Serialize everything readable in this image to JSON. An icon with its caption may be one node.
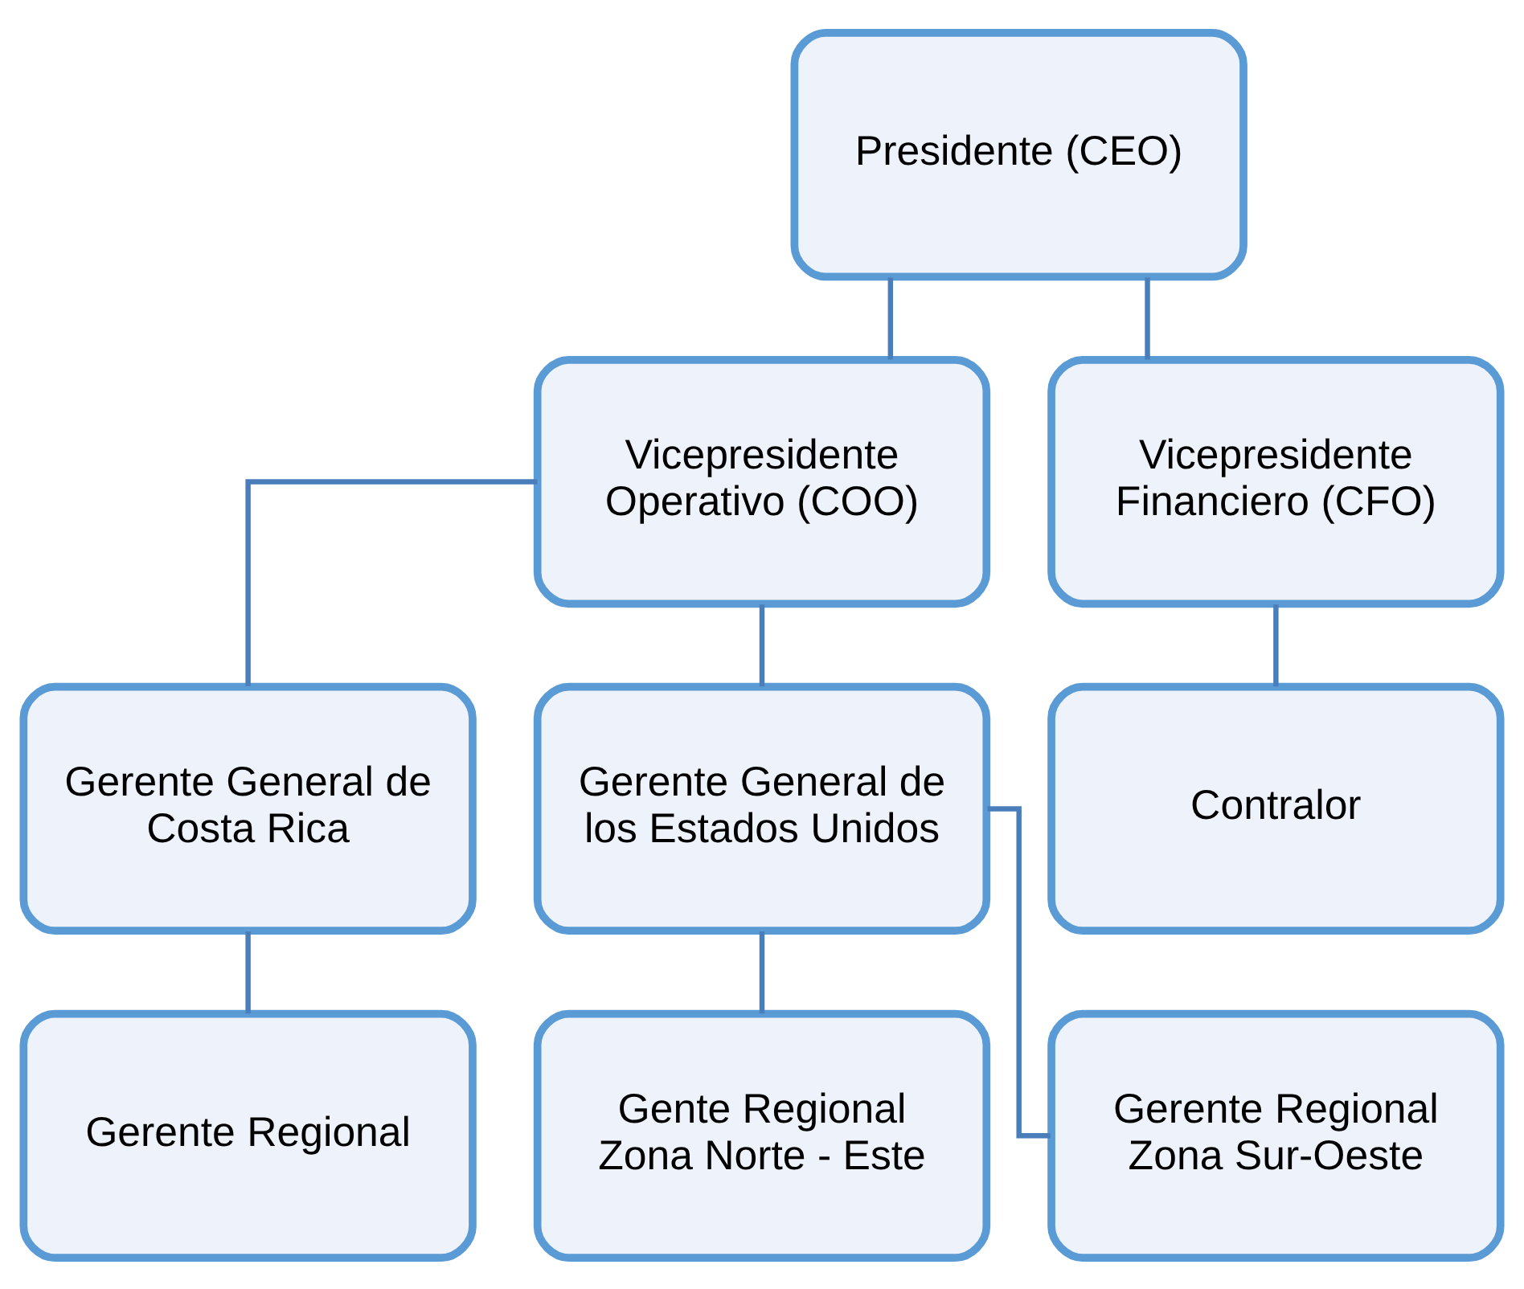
{
  "diagram": {
    "nodes": [
      {
        "text": [
          "Presidente (CEO)"
        ]
      },
      {
        "text": [
          "Vicepresidente Operativo (COO)"
        ]
      },
      {
        "text": [
          "Vicepresidente Financiero (CFO)"
        ]
      },
      {
        "text": [
          "Gerente General de Costa Rica"
        ]
      },
      {
        "text": [
          "Gerente General de los Estados Unidos"
        ]
      },
      {
        "text": [
          "Contralor"
        ]
      },
      {
        "text": [
          "Gerente Regional"
        ]
      },
      {
        "text": [
          "Gente Regional Zona Norte - Este"
        ]
      },
      {
        "text": [
          "Gerente Regional Zona Sur-Oeste"
        ]
      }
    ],
    "edges": [
      {
        "from": 0,
        "to": 1,
        "arrow": "none"
      },
      {
        "from": 0,
        "to": 2,
        "arrow": "none"
      },
      {
        "from": 1,
        "to": 3,
        "arrow": "none"
      },
      {
        "from": 1,
        "to": 4,
        "arrow": "none"
      },
      {
        "from": 2,
        "to": 5,
        "arrow": "none"
      },
      {
        "from": 3,
        "to": 6,
        "arrow": "none"
      },
      {
        "from": 4,
        "to": 7,
        "arrow": "none"
      },
      {
        "from": 4,
        "to": 8,
        "arrow": "none"
      }
    ]
  }
}
